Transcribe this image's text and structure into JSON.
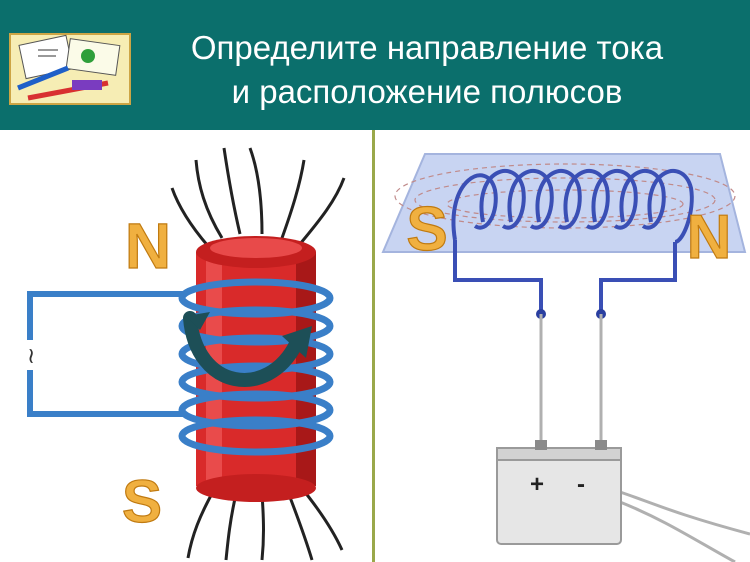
{
  "title": {
    "line1": "Определите направление тока",
    "line2": "и расположение полюсов"
  },
  "left_panel": {
    "pole_top": "N",
    "pole_bottom": "S",
    "source_symbol": "~"
  },
  "right_panel": {
    "pole_left": "S",
    "pole_right": "N",
    "battery_plus": "+",
    "battery_minus": "-"
  },
  "colors": {
    "header_bg": "#0b6f6c",
    "coil": "#3a7fc8",
    "core": "#d92a2a",
    "pole_label": "#f0b040",
    "divider": "#9aa84a"
  }
}
